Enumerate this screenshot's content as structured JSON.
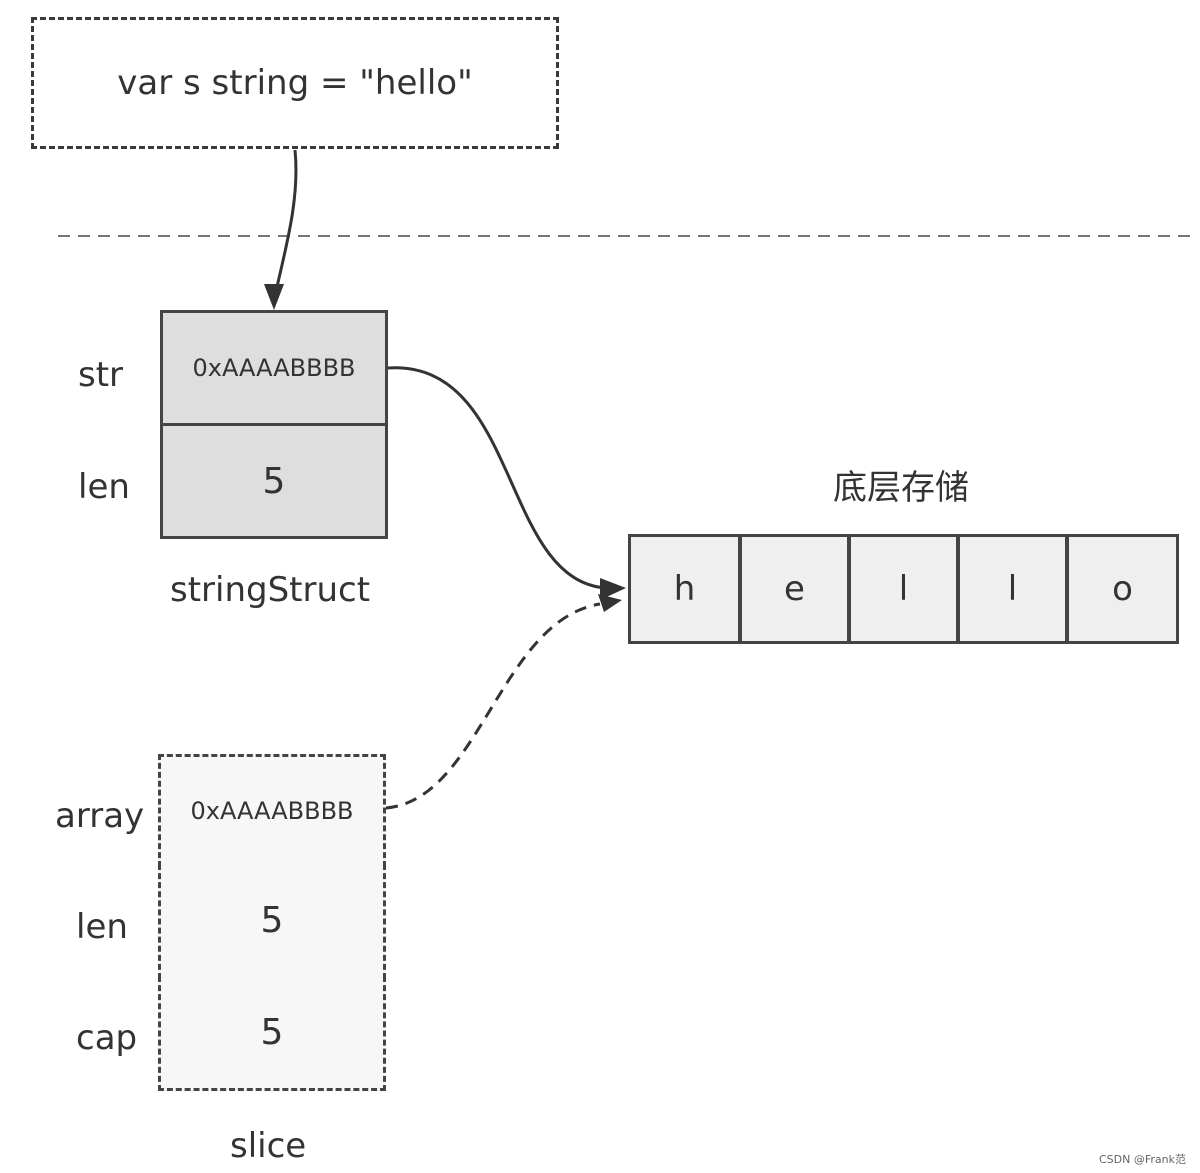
{
  "declaration": {
    "code": "var s string = \"hello\""
  },
  "string_struct": {
    "caption": "stringStruct",
    "fields": [
      {
        "label": "str",
        "value": "0xAAAABBBB"
      },
      {
        "label": "len",
        "value": "5"
      }
    ]
  },
  "storage": {
    "title": "底层存储",
    "chars": [
      "h",
      "e",
      "l",
      "l",
      "o"
    ]
  },
  "slice": {
    "caption": "slice",
    "fields": [
      {
        "label": "array",
        "value": "0xAAAABBBB"
      },
      {
        "label": "len",
        "value": "5"
      },
      {
        "label": "cap",
        "value": "5"
      }
    ]
  },
  "watermark": "CSDN @Frank范"
}
